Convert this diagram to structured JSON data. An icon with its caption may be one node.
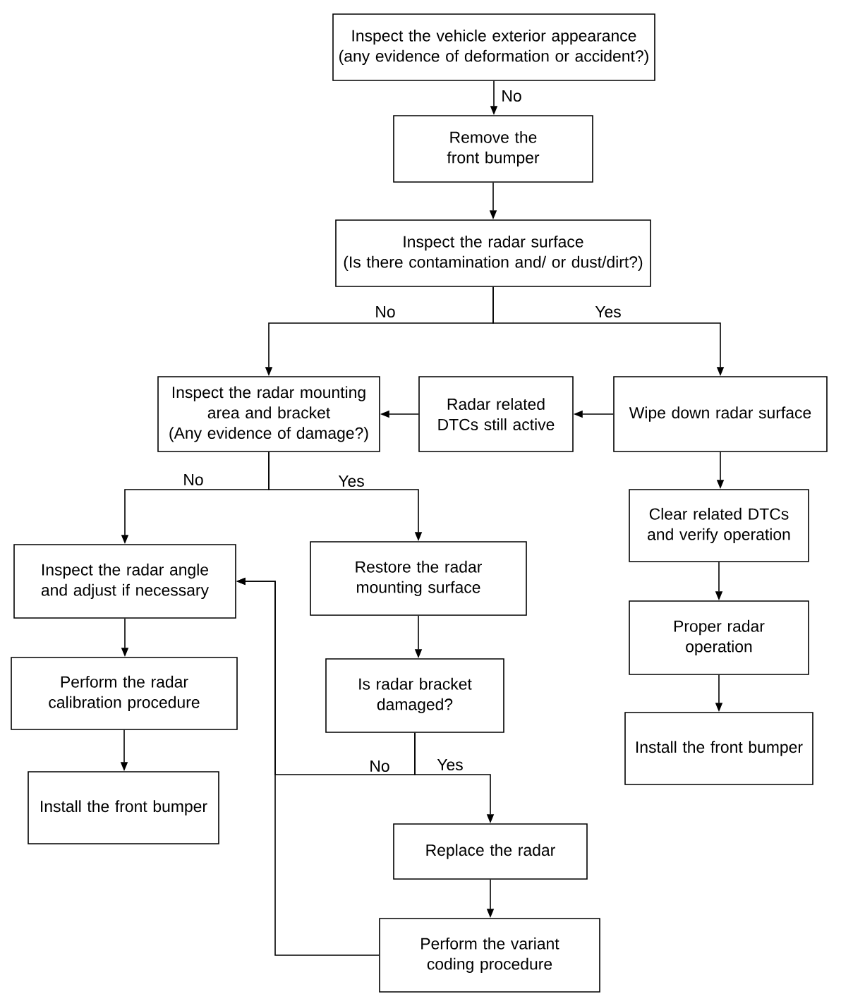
{
  "diagram": {
    "nodes": [
      {
        "text": [
          "Inspect the vehicle exterior appearance",
          "(any evidence of deformation or accident?)"
        ]
      },
      {
        "text": [
          "Remove the front bumper"
        ]
      },
      {
        "text": [
          "Inspect the radar surface",
          "(Is there contamination and/ or dust/dirt?)"
        ]
      },
      {
        "text": [
          "Inspect the radar mounting area and bracket",
          "(Any evidence of damage?)"
        ]
      },
      {
        "text": [
          "Radar related DTCs still active"
        ]
      },
      {
        "text": [
          "Wipe down radar surface"
        ]
      },
      {
        "text": [
          "Inspect the radar angle and adjust if necessary"
        ]
      },
      {
        "text": [
          "Restore the radar mounting surface"
        ]
      },
      {
        "text": [
          "Clear related DTCs and verify operation"
        ]
      },
      {
        "text": [
          "Proper radar operation"
        ]
      },
      {
        "text": [
          "Install the front bumper"
        ]
      },
      {
        "text": [
          "Perform the radar calibration procedure"
        ]
      },
      {
        "text": [
          "Install the front bumper"
        ]
      },
      {
        "text": [
          "Is radar bracket damaged?"
        ]
      },
      {
        "text": [
          "Replace the radar"
        ]
      },
      {
        "text": [
          "Perform the variant coding procedure"
        ]
      }
    ],
    "edges": [
      {
        "from": 0,
        "to": 1,
        "arrow": "to",
        "label": "No"
      },
      {
        "from": 1,
        "to": 2,
        "arrow": "to"
      },
      {
        "from": 2,
        "to": 3,
        "arrow": "to",
        "label": "No"
      },
      {
        "from": 2,
        "to": 5,
        "arrow": "to",
        "label": "Yes"
      },
      {
        "from": 5,
        "to": 4,
        "arrow": "to"
      },
      {
        "from": 4,
        "to": 3,
        "arrow": "to"
      },
      {
        "from": 3,
        "to": 6,
        "arrow": "to",
        "label": "No"
      },
      {
        "from": 3,
        "to": 7,
        "arrow": "to",
        "label": "Yes"
      },
      {
        "from": 5,
        "to": 8,
        "arrow": "to"
      },
      {
        "from": 8,
        "to": 9,
        "arrow": "to"
      },
      {
        "from": 9,
        "to": 10,
        "arrow": "to"
      },
      {
        "from": 6,
        "to": 11,
        "arrow": "to"
      },
      {
        "from": 11,
        "to": 12,
        "arrow": "to"
      },
      {
        "from": 7,
        "to": 13,
        "arrow": "to"
      },
      {
        "from": 13,
        "to": 14,
        "arrow": "to",
        "label": "Yes"
      },
      {
        "from": 13,
        "to": 6,
        "arrow": "to",
        "label": "No"
      },
      {
        "from": 14,
        "to": 15,
        "arrow": "to"
      },
      {
        "from": 15,
        "to": 6,
        "arrow": "to"
      }
    ]
  }
}
